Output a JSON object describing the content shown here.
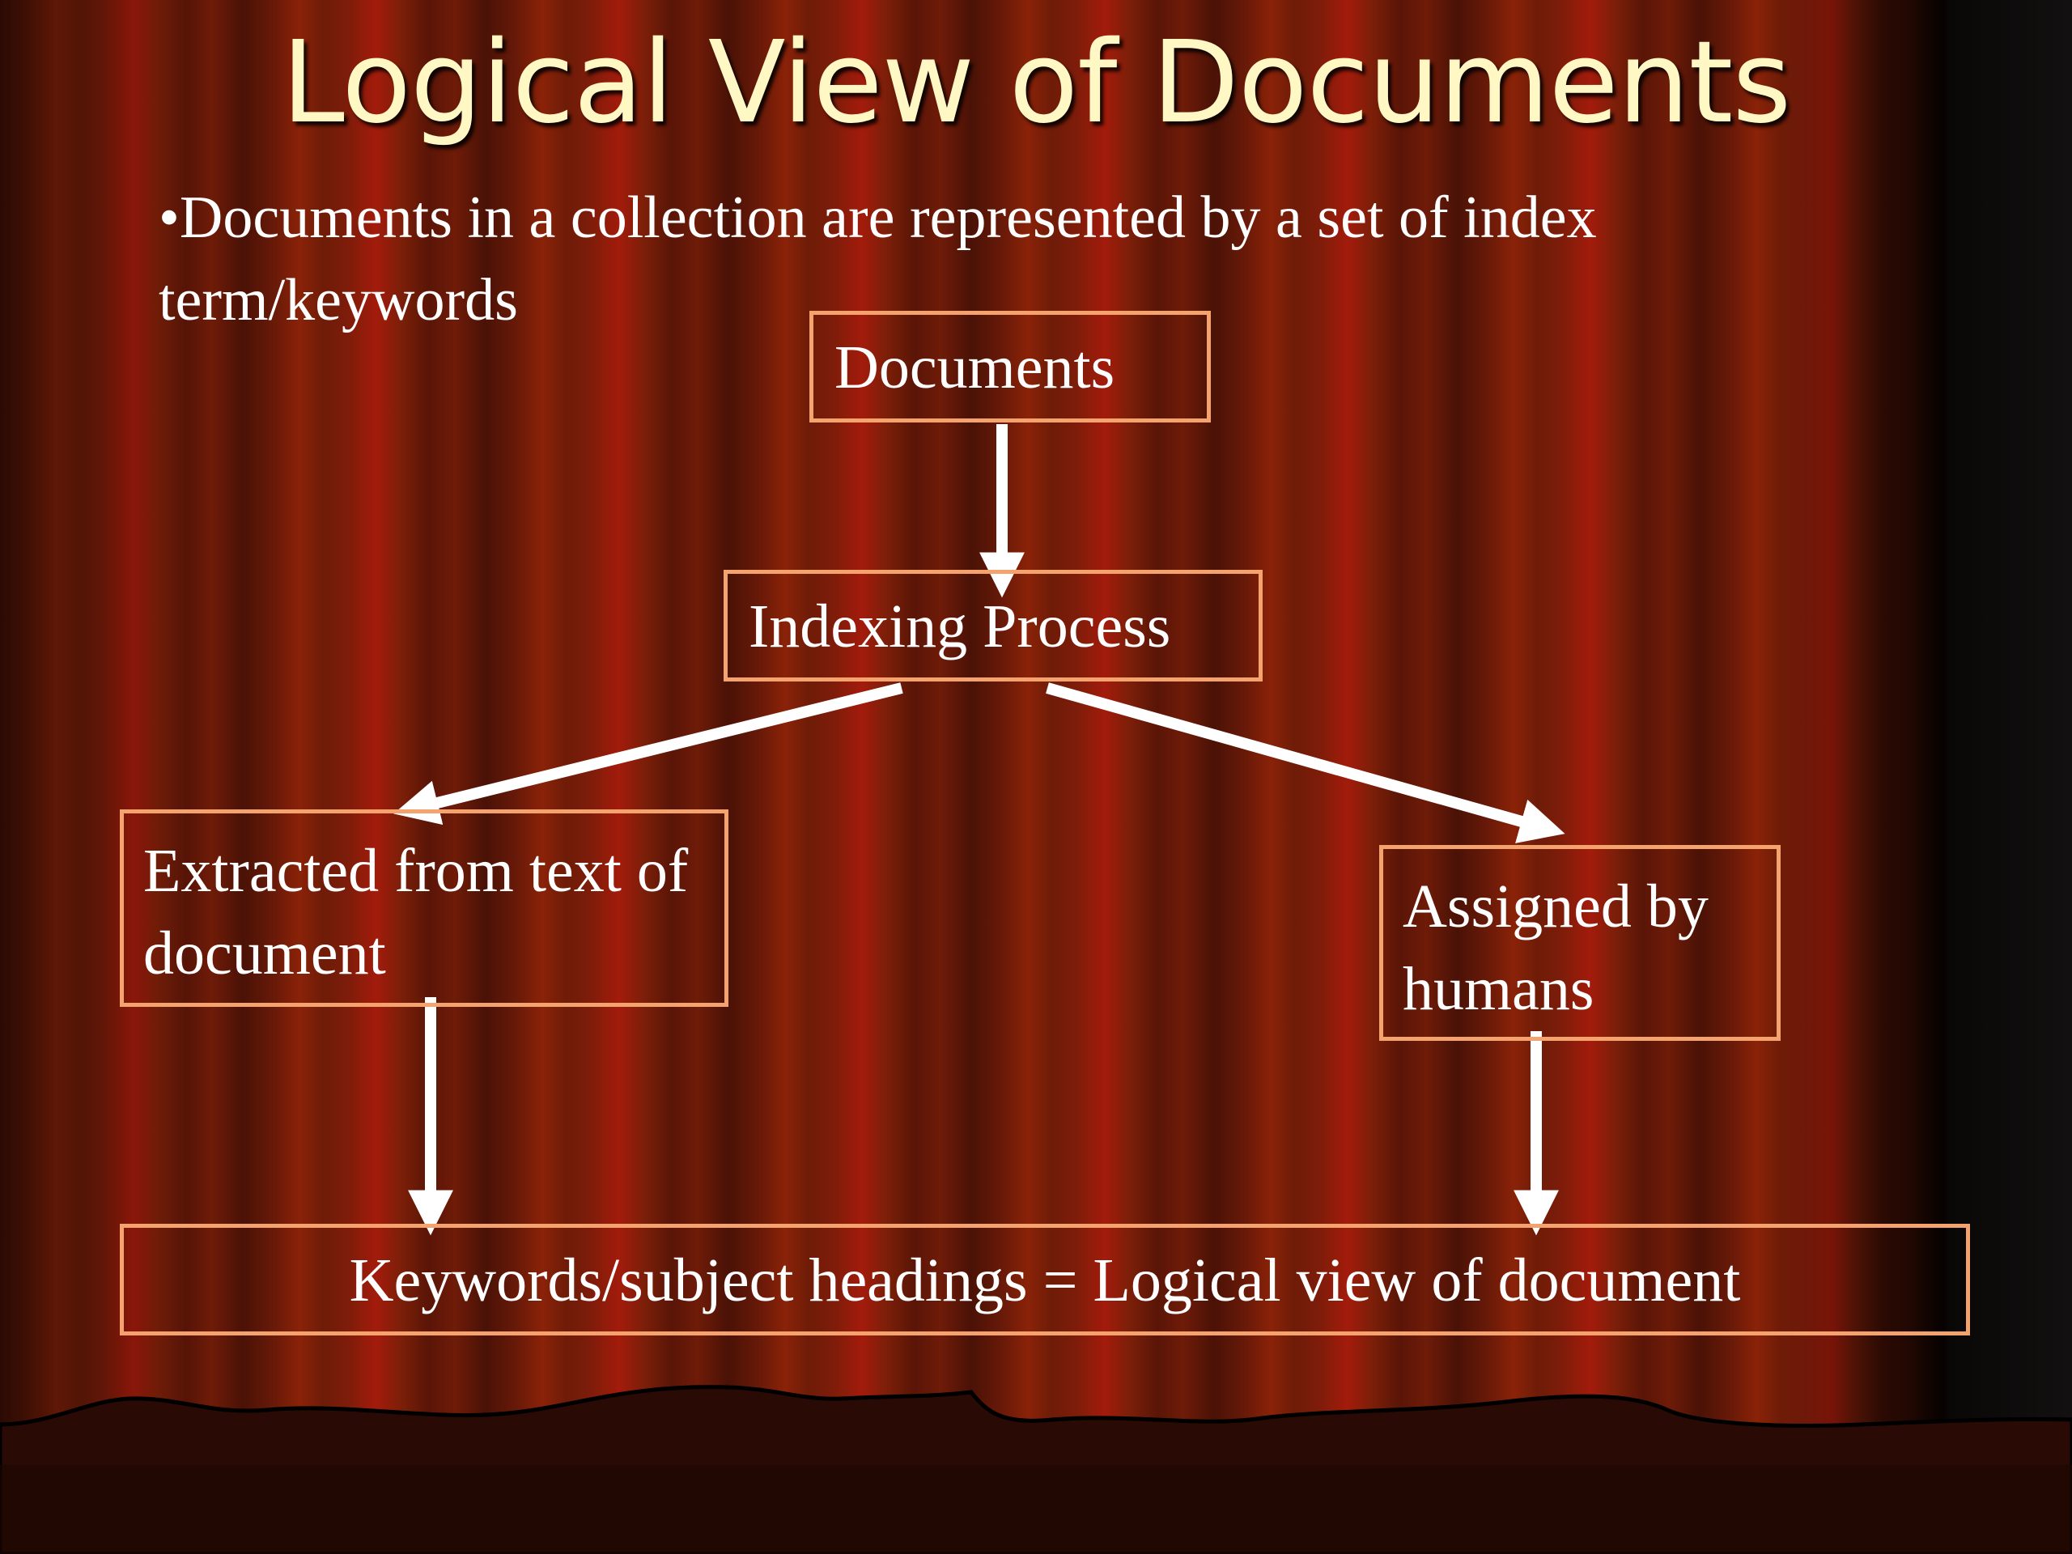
{
  "title": "Logical View of Documents",
  "bullet": "•Documents in a collection are represented by a set of index term/keywords",
  "diagram": {
    "nodes": {
      "documents": "Documents",
      "indexing": "Indexing Process",
      "extracted": "Extracted from text of document",
      "assigned": "Assigned by humans",
      "keywords": "Keywords/subject headings = Logical view of document"
    },
    "edges": [
      [
        "documents",
        "indexing"
      ],
      [
        "indexing",
        "extracted"
      ],
      [
        "indexing",
        "assigned"
      ],
      [
        "extracted",
        "keywords"
      ],
      [
        "assigned",
        "keywords"
      ]
    ]
  },
  "colors": {
    "box_border": "#f4a26e",
    "arrow": "#ffffff",
    "title_text": "#fff7c4",
    "curtain": "#8a2208"
  }
}
